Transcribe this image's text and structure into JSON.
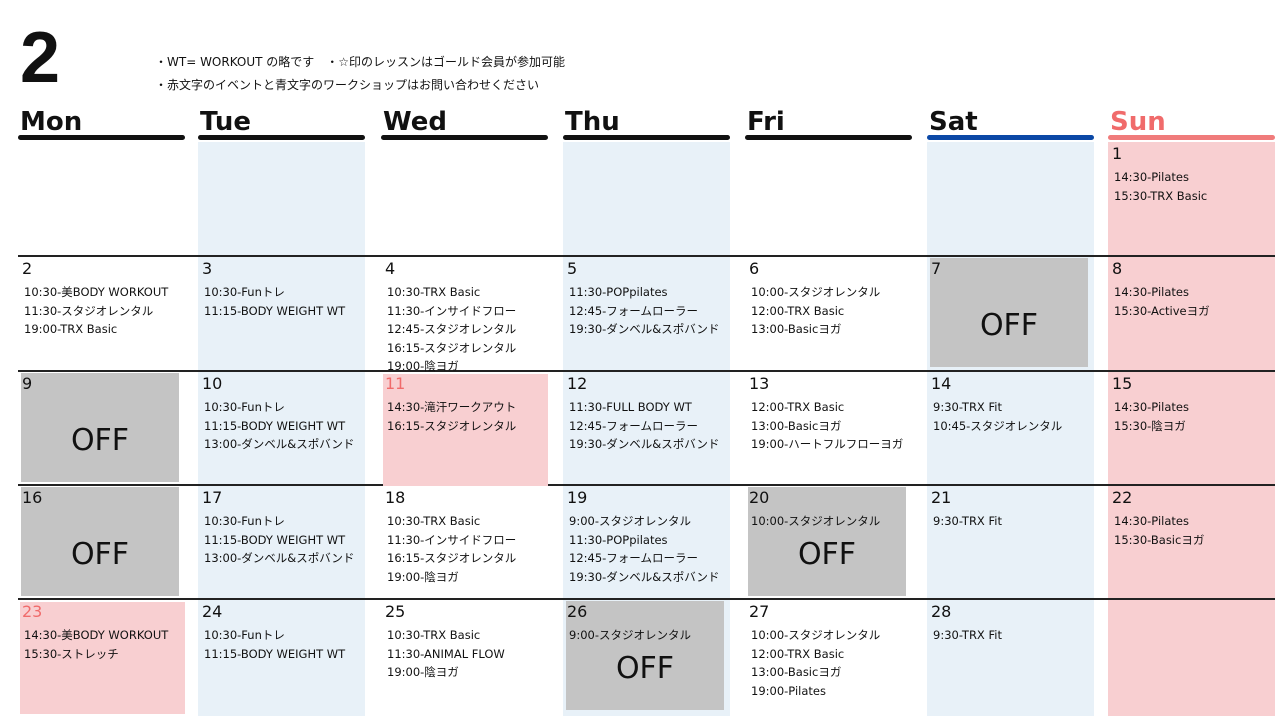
{
  "header": {
    "month": "2",
    "notes": [
      "・WT= WORKOUT の略です　・☆印のレッスンはゴールド会員が参加可能",
      "・赤文字のイベントと青文字のワークショップはお問い合わせください"
    ]
  },
  "colors": {
    "weekday_bg": "#ffffff",
    "alt_bg": "#e8f1f8",
    "sun_bg": "#f8cfd1",
    "off_bg": "#c4c4c4",
    "sat_line": "#0b48a6",
    "sun_line": "#f07b7b",
    "sun_text": "#f06b6b",
    "red_date": "#f06b6b"
  },
  "days": [
    {
      "label": "Mon"
    },
    {
      "label": "Tue"
    },
    {
      "label": "Wed"
    },
    {
      "label": "Thu"
    },
    {
      "label": "Fri"
    },
    {
      "label": "Sat"
    },
    {
      "label": "Sun"
    }
  ],
  "off_label": "OFF",
  "weeks": [
    [
      null,
      null,
      null,
      null,
      null,
      null,
      {
        "date": "1",
        "events": [
          "14:30-Pilates",
          "15:30-TRX Basic"
        ]
      }
    ],
    [
      {
        "date": "2",
        "events": [
          "10:30-美BODY WORKOUT",
          "11:30-スタジオレンタル",
          "19:00-TRX Basic"
        ]
      },
      {
        "date": "3",
        "events": [
          "10:30-Funトレ",
          "11:15-BODY WEIGHT WT"
        ]
      },
      {
        "date": "4",
        "events": [
          "10:30-TRX Basic",
          "11:30-インサイドフロー",
          "12:45-スタジオレンタル",
          "16:15-スタジオレンタル",
          "19:00-陰ヨガ"
        ]
      },
      {
        "date": "5",
        "events": [
          "11:30-POPpilates",
          "12:45-フォームローラー",
          "19:30-ダンベル&スポバンド"
        ]
      },
      {
        "date": "6",
        "events": [
          "10:00-スタジオレンタル",
          "12:00-TRX Basic",
          "13:00-Basicヨガ"
        ]
      },
      {
        "date": "7",
        "events": [],
        "off": true
      },
      {
        "date": "8",
        "events": [
          "14:30-Pilates",
          "15:30-Activeヨガ"
        ]
      }
    ],
    [
      {
        "date": "9",
        "events": [],
        "off": true
      },
      {
        "date": "10",
        "events": [
          "10:30-Funトレ",
          "11:15-BODY WEIGHT WT",
          "13:00-ダンベル&スポバンド"
        ]
      },
      {
        "date": "11",
        "events": [
          "14:30-滝汗ワークアウト",
          "16:15-スタジオレンタル"
        ],
        "red": true
      },
      {
        "date": "12",
        "events": [
          "11:30-FULL BODY WT",
          "12:45-フォームローラー",
          "19:30-ダンベル&スポバンド"
        ]
      },
      {
        "date": "13",
        "events": [
          "12:00-TRX Basic",
          "13:00-Basicヨガ",
          "19:00-ハートフルフローヨガ"
        ]
      },
      {
        "date": "14",
        "events": [
          "9:30-TRX Fit",
          "10:45-スタジオレンタル"
        ]
      },
      {
        "date": "15",
        "events": [
          "14:30-Pilates",
          "15:30-陰ヨガ"
        ]
      }
    ],
    [
      {
        "date": "16",
        "events": [],
        "off": true
      },
      {
        "date": "17",
        "events": [
          "10:30-Funトレ",
          "11:15-BODY WEIGHT WT",
          "13:00-ダンベル&スポバンド"
        ]
      },
      {
        "date": "18",
        "events": [
          "10:30-TRX Basic",
          "11:30-インサイドフロー",
          "16:15-スタジオレンタル",
          "19:00-陰ヨガ"
        ]
      },
      {
        "date": "19",
        "events": [
          "9:00-スタジオレンタル",
          "11:30-POPpilates",
          "12:45-フォームローラー",
          "19:30-ダンベル&スポバンド"
        ]
      },
      {
        "date": "20",
        "events": [
          "10:00-スタジオレンタル"
        ],
        "off": true
      },
      {
        "date": "21",
        "events": [
          "9:30-TRX Fit"
        ]
      },
      {
        "date": "22",
        "events": [
          "14:30-Pilates",
          "15:30-Basicヨガ"
        ]
      }
    ],
    [
      {
        "date": "23",
        "events": [
          "14:30-美BODY WORKOUT",
          "15:30-ストレッチ"
        ],
        "red": true
      },
      {
        "date": "24",
        "events": [
          "10:30-Funトレ",
          "11:15-BODY WEIGHT WT"
        ]
      },
      {
        "date": "25",
        "events": [
          "10:30-TRX Basic",
          "11:30-ANIMAL FLOW",
          "19:00-陰ヨガ"
        ]
      },
      {
        "date": "26",
        "events": [
          "9:00-スタジオレンタル"
        ],
        "off": true
      },
      {
        "date": "27",
        "events": [
          "10:00-スタジオレンタル",
          "12:00-TRX Basic",
          "13:00-Basicヨガ",
          "19:00-Pilates"
        ]
      },
      {
        "date": "28",
        "events": [
          "9:30-TRX Fit"
        ]
      },
      null
    ]
  ]
}
